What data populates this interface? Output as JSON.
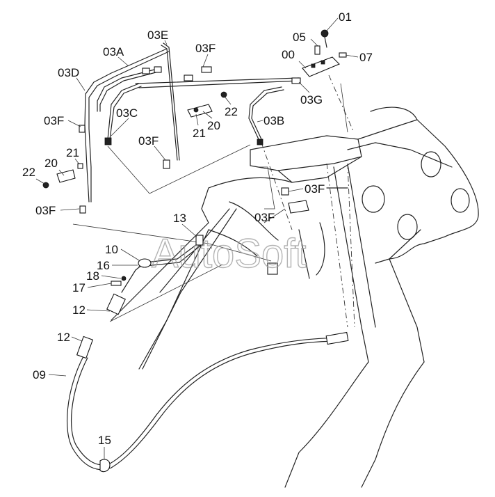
{
  "diagram": {
    "watermark": "AutoSoft",
    "callouts": [
      "01",
      "05",
      "00",
      "07",
      "03E",
      "03A",
      "03F",
      "03D",
      "03G",
      "03C",
      "22",
      "21",
      "20",
      "03B",
      "03F",
      "20",
      "21",
      "22",
      "03F",
      "03F",
      "03F",
      "13",
      "10",
      "16",
      "18",
      "17",
      "12",
      "12",
      "09",
      "15"
    ]
  }
}
